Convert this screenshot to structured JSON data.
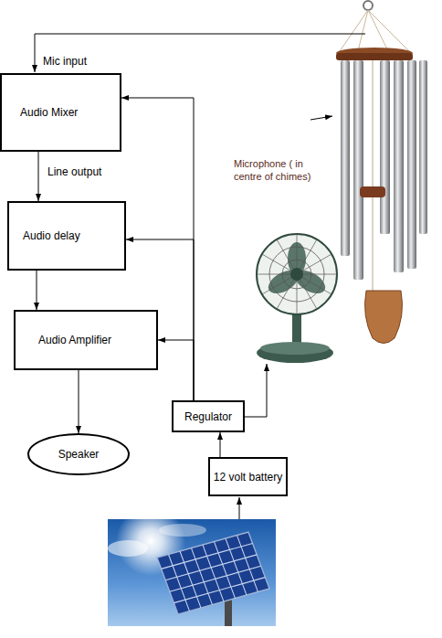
{
  "diagram": {
    "nodes": [
      {
        "text": [
          "Audio Mixer"
        ]
      },
      {
        "text": [
          "Audio delay"
        ]
      },
      {
        "text": [
          "Audio Amplifier"
        ]
      },
      {
        "text": [
          "Speaker"
        ]
      },
      {
        "text": [
          "Regulator"
        ]
      },
      {
        "text": [
          "12 volt battery"
        ]
      }
    ],
    "edges": [
      {
        "from": 0,
        "to": 1,
        "arrow": "to",
        "label": "Line output"
      },
      {
        "from": 1,
        "to": 2,
        "arrow": "to"
      },
      {
        "from": 2,
        "to": 3,
        "arrow": "to"
      },
      {
        "from": 4,
        "to": 0,
        "arrow": "to"
      },
      {
        "from": 4,
        "to": 1,
        "arrow": "to"
      },
      {
        "from": 4,
        "to": 2,
        "arrow": "to"
      },
      {
        "from": 5,
        "to": 4,
        "arrow": "to"
      }
    ],
    "labels": [
      "Mic input",
      "Microphone ( in centre of chimes)"
    ]
  }
}
